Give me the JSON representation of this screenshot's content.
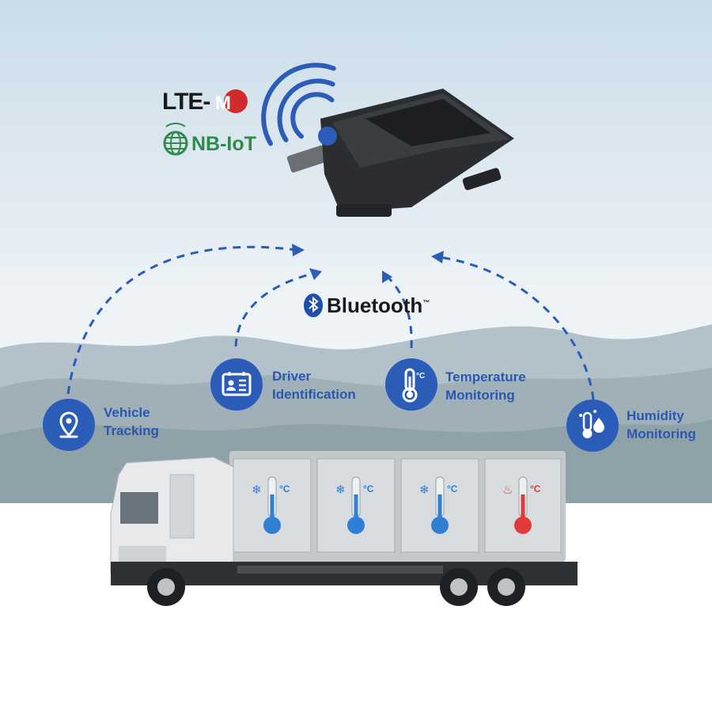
{
  "logos": {
    "lte_prefix": "LTE-",
    "lte_badge": "M",
    "nbiot": "NB-IoT",
    "bluetooth": "Bluetooth",
    "bluetooth_tm": "™"
  },
  "features": [
    {
      "icon": "location-pin-icon",
      "line1": "Vehicle",
      "line2": "Tracking"
    },
    {
      "icon": "id-card-icon",
      "line1": "Driver",
      "line2": "Identification"
    },
    {
      "icon": "thermometer-icon",
      "line1": "Temperature",
      "line2": "Monitoring"
    },
    {
      "icon": "humidity-icon",
      "line1": "Humidity",
      "line2": "Monitoring"
    }
  ],
  "truck": {
    "compartments": [
      {
        "state": "cold",
        "unit": "°C"
      },
      {
        "state": "cold",
        "unit": "°C"
      },
      {
        "state": "cold",
        "unit": "°C"
      },
      {
        "state": "hot",
        "unit": "°C"
      }
    ]
  },
  "colors": {
    "accent_blue": "#2a5cb8",
    "cold_blue": "#2f7fd4",
    "hot_red": "#e03a3a",
    "lte_red": "#d22b2b",
    "nbiot_green": "#2f8a4c"
  }
}
